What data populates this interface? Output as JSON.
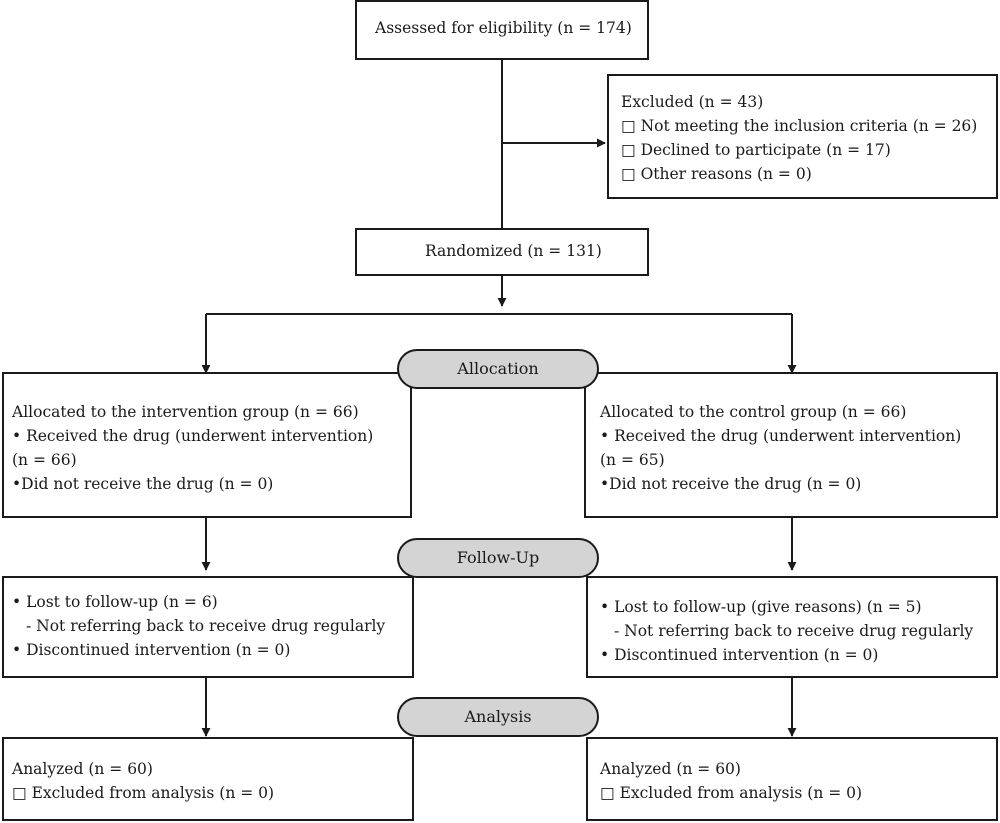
{
  "assessed": "Assessed for eligibility (n = 174)",
  "excluded": {
    "title": "Excluded (n = 43)",
    "items": [
      "□ Not meeting the inclusion criteria (n = 26)",
      "□ Declined to participate (n = 17)",
      "□ Other reasons (n = 0)"
    ]
  },
  "randomized": "Randomized (n = 131)",
  "stages": {
    "allocation": "Allocation",
    "follow_up": "Follow-Up",
    "analysis": "Analysis"
  },
  "intervention": {
    "allocation": [
      "Allocated to the intervention group (n = 66)",
      "• Received the drug (underwent intervention)",
      "(n = 66)",
      "•Did not receive the drug (n = 0)"
    ],
    "follow_up": [
      "• Lost to follow-up (n = 6)",
      "  - Not referring back to receive drug regularly",
      "• Discontinued intervention (n = 0)"
    ],
    "analysis": [
      "Analyzed (n = 60)",
      "□ Excluded from analysis (n = 0)"
    ]
  },
  "control": {
    "allocation": [
      "Allocated to the control group (n = 66)",
      "• Received the drug (underwent intervention)",
      "(n = 65)",
      "•Did not receive the drug (n = 0)"
    ],
    "follow_up": [
      "• Lost to follow-up (give reasons) (n = 5)",
      "  - Not referring back to receive drug regularly",
      "• Discontinued intervention (n = 0)"
    ],
    "analysis": [
      "Analyzed (n = 60)",
      "□ Excluded from analysis (n = 0)"
    ]
  }
}
